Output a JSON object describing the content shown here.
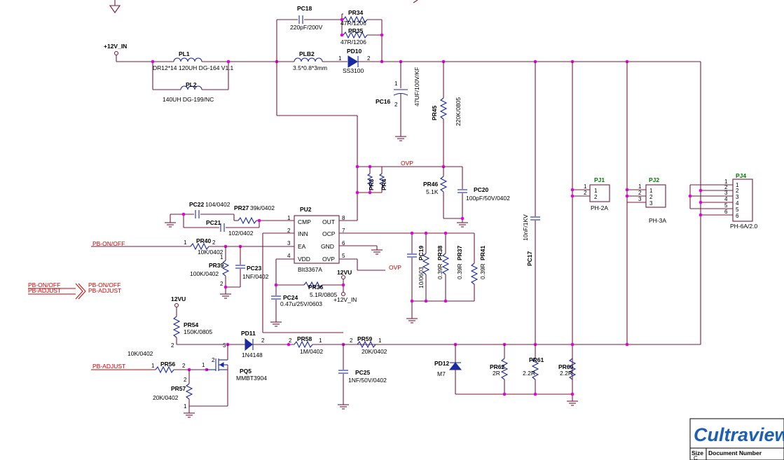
{
  "nets": {
    "vin": "+12V_IN",
    "vin2": "+12V_IN",
    "v12a": "12VU",
    "v12b": "12VU",
    "ovp1": "OVP",
    "ovp2": "OVP",
    "pb_onoff": "PB-ON/OFF",
    "pb_adjust": "PB-ADJUST",
    "port_onoff": "PB-ON/OFF",
    "port_adjust": "PB-ADJUST",
    "port_onoff_r": "PB-ON/OFF",
    "port_adjust_r": "PB-ADJUST"
  },
  "parts": {
    "PC18": {
      "ref": "PC18",
      "val": "220pF/200V"
    },
    "PR34": {
      "ref": "PR34",
      "val": "47R/1206"
    },
    "PR35": {
      "ref": "PR35",
      "val": "47R/1206"
    },
    "PL1": {
      "ref": "PL1",
      "val": "DR12*14 120UH  DG-164 V1.1"
    },
    "PL2": {
      "ref": "PL2",
      "val": "140UH  DG-199/NC"
    },
    "PLB2": {
      "ref": "PLB2",
      "val": "3.5*0.8*3mm"
    },
    "PD10": {
      "ref": "PD10",
      "val": "SS3100"
    },
    "PC16": {
      "ref": "PC16",
      "val": "47UF/100V/KF"
    },
    "PR45": {
      "ref": "PR45",
      "val": "220K/0805"
    },
    "PR46": {
      "ref": "PR46",
      "val": "5.1K"
    },
    "PC20": {
      "ref": "PC20",
      "val": "100pF/50V/0402"
    },
    "PR3": {
      "ref": "PR3"
    },
    "PR4": {
      "ref": "PR4"
    },
    "PC22": {
      "ref": "PC22",
      "val": "104/0402"
    },
    "PR27": {
      "ref": "PR27",
      "val": "39k/0402"
    },
    "PC21": {
      "ref": "PC21",
      "val": "102/0402"
    },
    "PU2": {
      "ref": "PU2",
      "val": "BIt3367A"
    },
    "PR40": {
      "ref": "PR40",
      "val": "10K/0402"
    },
    "PR39": {
      "ref": "PR39",
      "val": "100K/0402"
    },
    "PC23": {
      "ref": "PC23",
      "val": "1NF/0402"
    },
    "PC24": {
      "ref": "PC24",
      "val": "0.47u/25V/0603"
    },
    "PR36": {
      "ref": "PR36",
      "val": "5.1R/0805"
    },
    "PC19": {
      "ref": "PC19",
      "val": "10/0603"
    },
    "PR38": {
      "ref": "PR38",
      "val": "0.39R"
    },
    "PR37": {
      "ref": "PR37",
      "val": "0.39R"
    },
    "PR41": {
      "ref": "PR41",
      "val": "0.39R"
    },
    "PC17": {
      "ref": "PC17",
      "val": "10nF/1KV"
    },
    "PJ1": {
      "ref": "PJ1",
      "val": "PH-2A"
    },
    "PJ2": {
      "ref": "PJ2",
      "val": "PH-3A"
    },
    "PJ4": {
      "ref": "PJ4",
      "val": "PH-6A/2.0"
    },
    "PR54": {
      "ref": "PR54",
      "val": "150K/0805"
    },
    "PD11": {
      "ref": "PD11",
      "val": "1N4148"
    },
    "PR58": {
      "ref": "PR58",
      "val": "1M/0402"
    },
    "PR59": {
      "ref": "PR59",
      "val": "20K/0402"
    },
    "PR56": {
      "ref": "PR56",
      "val": "10K/0402"
    },
    "PQ5": {
      "ref": "PQ5",
      "val": "MMBT3904"
    },
    "PR57": {
      "ref": "PR57",
      "val": "20K/0402"
    },
    "PC25": {
      "ref": "PC25",
      "val": "1NF/50V/0402"
    },
    "PD12": {
      "ref": "PD12",
      "val": "M7"
    },
    "PR62": {
      "ref": "PR62",
      "val": "2R"
    },
    "PR61": {
      "ref": "PR61",
      "val": "2.2R"
    },
    "PR60": {
      "ref": "PR60",
      "val": "2.2R"
    }
  },
  "ic_pins": {
    "cmp": "CMP",
    "inn": "INN",
    "ea": "EA",
    "vdd": "VDD",
    "out": "OUT",
    "ocp": "OCP",
    "gnd": "GND",
    "ovp": "OVP"
  },
  "title_block": {
    "logo": "Cultraview",
    "size": "Size",
    "document_number": "Document Number",
    "size_value": "C"
  }
}
